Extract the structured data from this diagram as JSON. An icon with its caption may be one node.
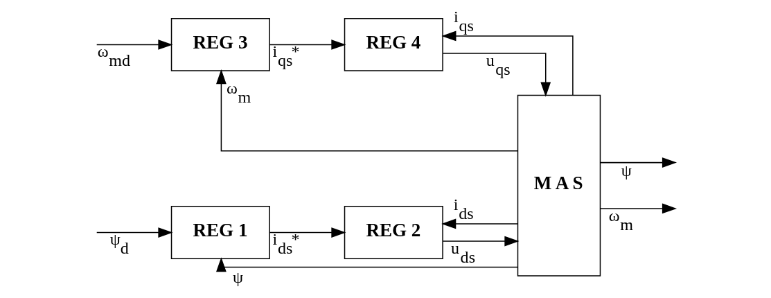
{
  "diagram": {
    "nodes": [
      {
        "text": [
          "REG 1"
        ]
      },
      {
        "text": [
          "REG 2"
        ]
      },
      {
        "text": [
          "REG 3"
        ]
      },
      {
        "text": [
          "REG 4"
        ]
      },
      {
        "text": [
          "M A S"
        ]
      }
    ],
    "edges": [
      {
        "from": null,
        "to": 0,
        "arrow": "to",
        "label": "ψ$_{d}$"
      },
      {
        "from": 4,
        "to": 0,
        "arrow": "to",
        "label": "ψ"
      },
      {
        "from": 0,
        "to": 1,
        "arrow": "to",
        "label": "i$_{ds}$*"
      },
      {
        "from": 4,
        "to": 1,
        "arrow": "to",
        "label": "i$_{ds}$"
      },
      {
        "from": null,
        "to": 2,
        "arrow": "to",
        "label": "ω$_{md}$"
      },
      {
        "from": 4,
        "to": 2,
        "arrow": "to",
        "label": "ω$_{m}$"
      },
      {
        "from": 2,
        "to": 3,
        "arrow": "to",
        "label": "i$_{qs}$*"
      },
      {
        "from": 4,
        "to": 3,
        "arrow": "to",
        "label": "i$_{qs}$"
      },
      {
        "from": 1,
        "to": 4,
        "arrow": "to",
        "label": "u$_{ds}$"
      },
      {
        "from": 3,
        "to": 4,
        "arrow": "to",
        "label": "u$_{qs}$"
      },
      {
        "from": 4,
        "to": null,
        "arrow": "to",
        "label": "ψ"
      },
      {
        "from": 4,
        "to": null,
        "arrow": "to",
        "label": "ω$_{m}$"
      }
    ]
  }
}
